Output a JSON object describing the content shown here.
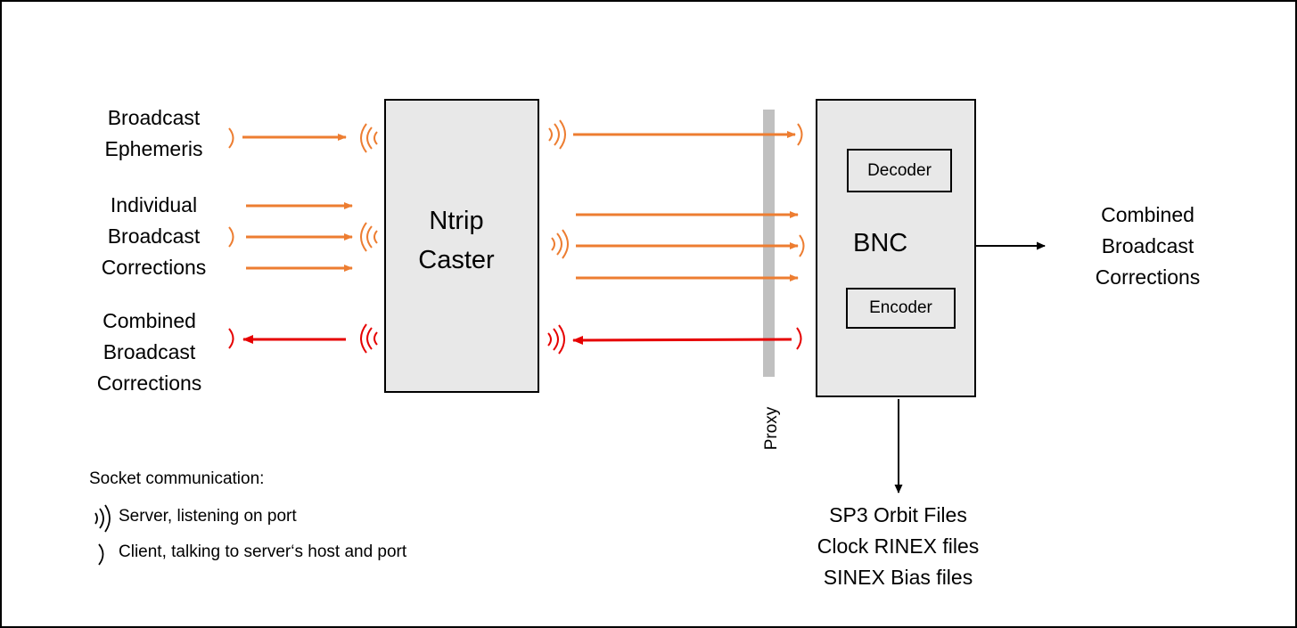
{
  "colors": {
    "orange": "#ED7D31",
    "red": "#E60000",
    "black": "#000000",
    "box_fill": "#E8E8E8",
    "proxy_gray": "#C0C0C0"
  },
  "left_sources": {
    "broadcast_ephemeris": [
      "Broadcast",
      "Ephemeris"
    ],
    "individual_corrections": [
      "Individual",
      "Broadcast",
      "Corrections"
    ],
    "combined_corrections": [
      "Combined",
      "Broadcast",
      "Corrections"
    ]
  },
  "caster": {
    "title_line1": "Ntrip",
    "title_line2": "Caster"
  },
  "proxy": {
    "label": "Proxy"
  },
  "bnc": {
    "title": "BNC",
    "decoder": "Decoder",
    "encoder": "Encoder"
  },
  "right_output": [
    "Combined",
    "Broadcast",
    "Corrections"
  ],
  "file_outputs": [
    "SP3 Orbit Files",
    "Clock RINEX files",
    "SINEX Bias files"
  ],
  "legend": {
    "title": "Socket communication:",
    "server": {
      "icon": "server-antenna-icon",
      "label": "Server, listening on port"
    },
    "client": {
      "icon": "client-arc-icon",
      "label": "Client, talking to server‘s host and port"
    }
  }
}
